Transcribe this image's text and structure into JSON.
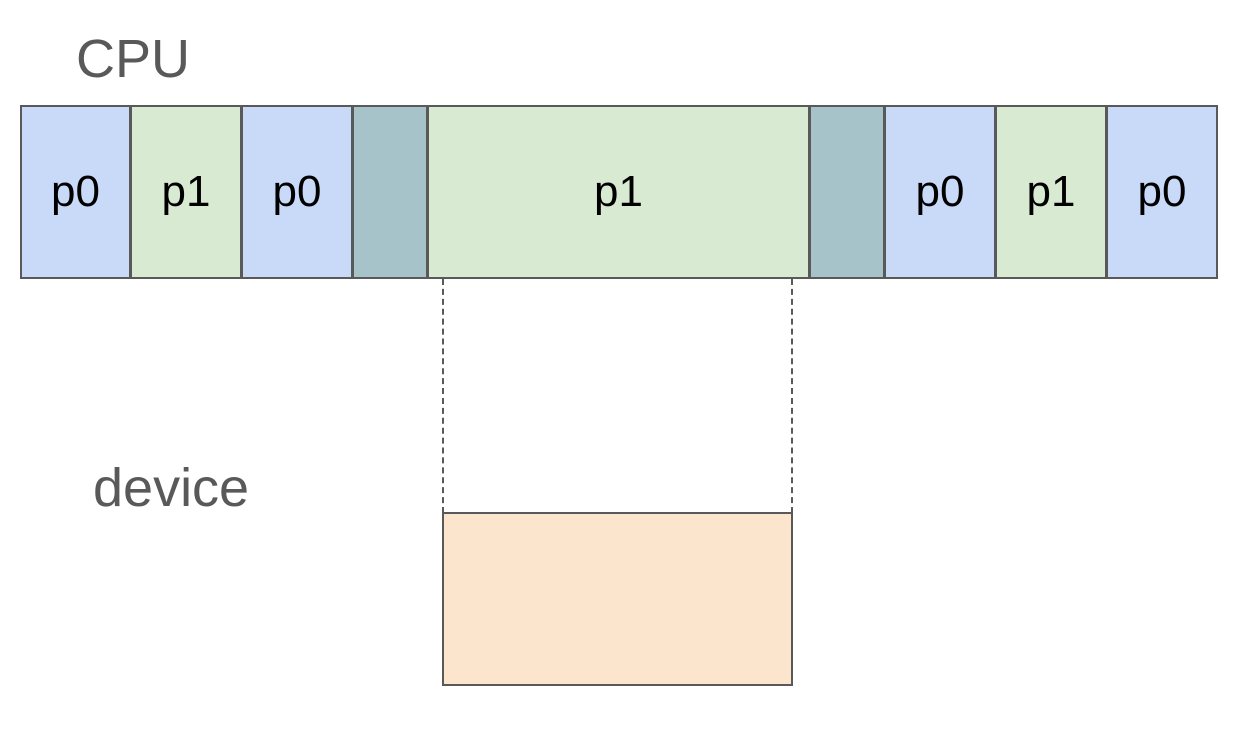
{
  "labels": {
    "cpu": "CPU",
    "device": "device"
  },
  "colors": {
    "p0": "#c9daf8",
    "p1": "#d9ead3",
    "switch": "#a5c3c9",
    "device": "#fce5cd",
    "outline": "#595959",
    "label_text": "#595959"
  },
  "cpu_segments": [
    {
      "label": "p0",
      "kind": "p0"
    },
    {
      "label": "p1",
      "kind": "p1"
    },
    {
      "label": "p0",
      "kind": "p0"
    },
    {
      "label": "",
      "kind": "switch"
    },
    {
      "label": "p1",
      "kind": "p1"
    },
    {
      "label": "",
      "kind": "switch"
    },
    {
      "label": "p0",
      "kind": "p0"
    },
    {
      "label": "p1",
      "kind": "p1"
    },
    {
      "label": "p0",
      "kind": "p0"
    }
  ]
}
